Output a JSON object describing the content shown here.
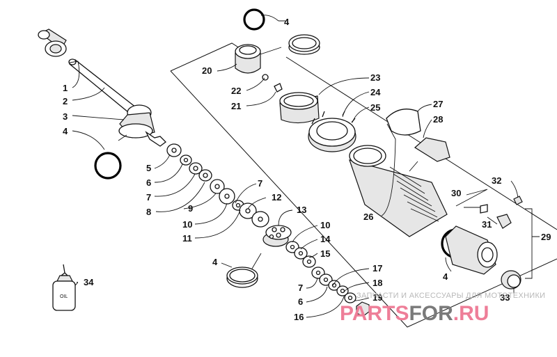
{
  "diagram": {
    "callouts": {
      "c1": "1",
      "c2": "2",
      "c3": "3",
      "c4a": "4",
      "c4b": "4",
      "c4c": "4",
      "c4d": "4",
      "c5": "5",
      "c6a": "6",
      "c6b": "6",
      "c7a": "7",
      "c7b": "7",
      "c7c": "7",
      "c8": "8",
      "c9": "9",
      "c10a": "10",
      "c10b": "10",
      "c11": "11",
      "c12": "12",
      "c13": "13",
      "c14": "14",
      "c15": "15",
      "c16": "16",
      "c17": "17",
      "c18": "18",
      "c19": "19",
      "c20": "20",
      "c21": "21",
      "c22": "22",
      "c23": "23",
      "c24": "24",
      "c25": "25",
      "c26": "26",
      "c27": "27",
      "c28": "28",
      "c29": "29",
      "c30": "30",
      "c31": "31",
      "c32": "32",
      "c33": "33",
      "c34": "34"
    },
    "oil_label": "OIL"
  },
  "watermark": {
    "tagline": "ЗАПЧАСТИ И АКСЕССУАРЫ ДЛЯ МОТОТЕХНИКИ",
    "brand_part1": "PARTS",
    "brand_part2": "FOR",
    "brand_part3": ".RU"
  }
}
